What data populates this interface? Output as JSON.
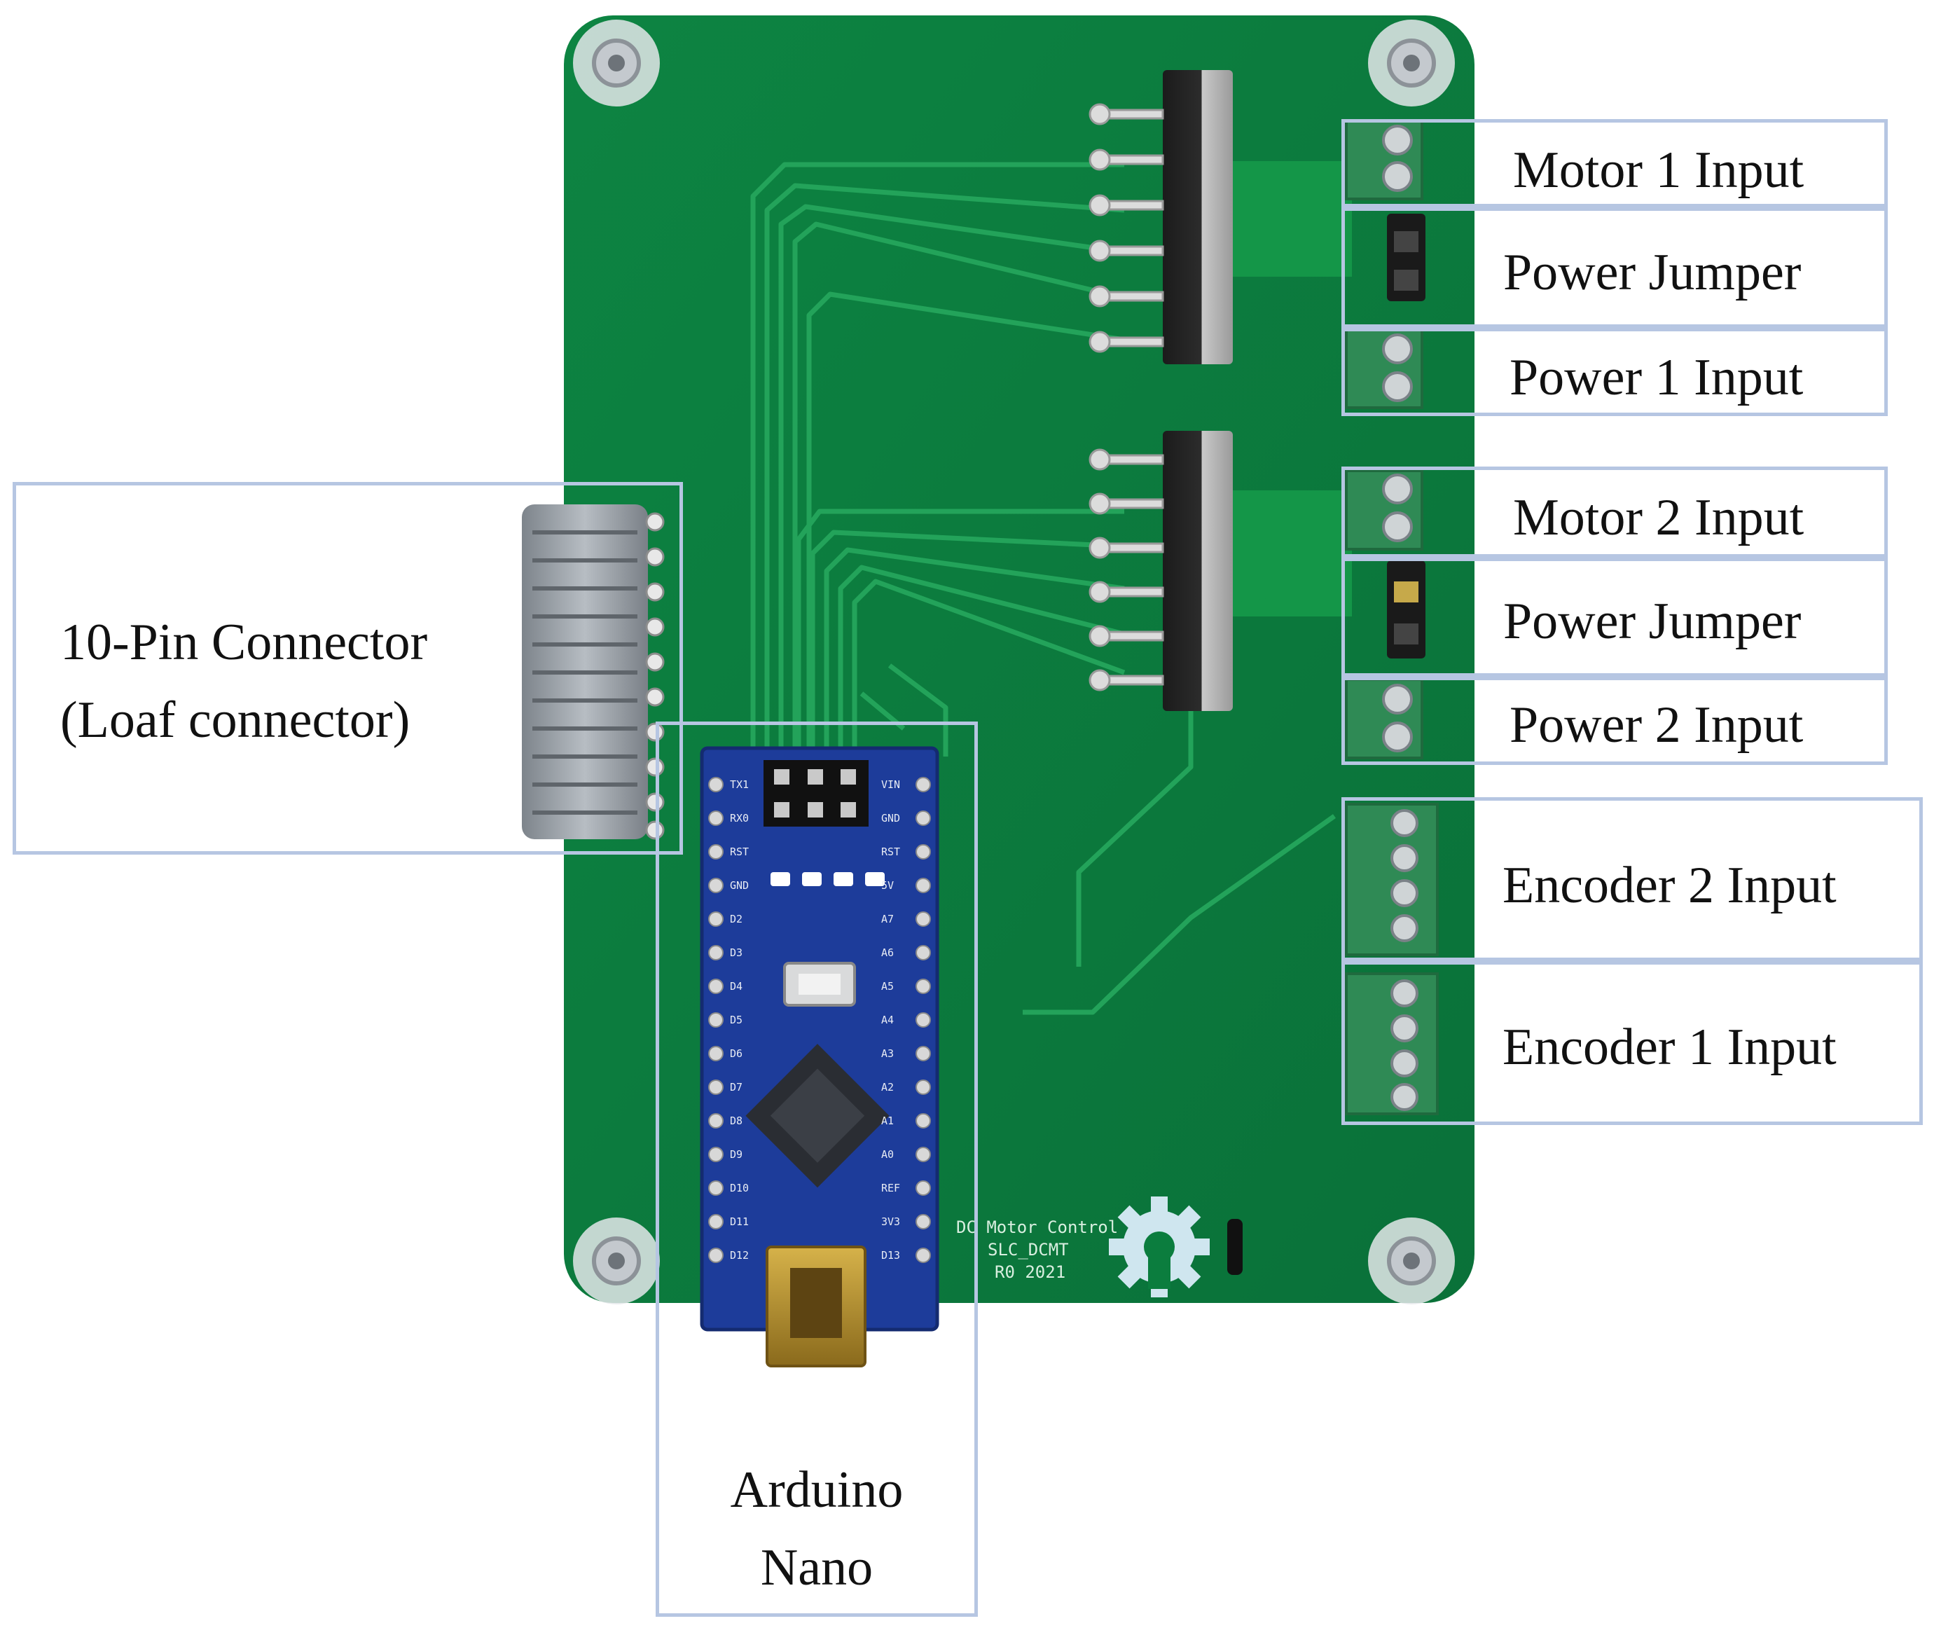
{
  "photo": {
    "board_text": {
      "line1": "DC Motor Control",
      "line2": "SLC_DCMT",
      "line3": "R0 2021"
    },
    "colors": {
      "pcb": "#0b7d3e",
      "pcb_trace": "#1e9a52",
      "arduino": "#1d3c9a",
      "terminal": "#2f8a55",
      "heatsink": "#9aa1a8",
      "standoff": "#c8ccd0"
    },
    "arduino_pin_labels_left": [
      "TX1",
      "RX0",
      "RST",
      "GND",
      "D2",
      "D3",
      "D4",
      "D5",
      "D6",
      "D7",
      "D8",
      "D9",
      "D10",
      "D11",
      "D12"
    ],
    "arduino_pin_labels_right": [
      "VIN",
      "GND",
      "RST",
      "5V",
      "A7",
      "A6",
      "A5",
      "A4",
      "A3",
      "A2",
      "A1",
      "A0",
      "REF",
      "3V3",
      "D13"
    ]
  },
  "labels": {
    "motor1": "Motor 1 Input",
    "jumper1": "Power Jumper",
    "power1": "Power 1 Input",
    "motor2": "Motor 2 Input",
    "jumper2": "Power Jumper",
    "power2": "Power 2 Input",
    "encoder2": "Encoder 2 Input",
    "encoder1": "Encoder 1 Input",
    "connector": "10-Pin Connector\n(Loaf connector)",
    "arduino": "Arduino\nNano"
  }
}
